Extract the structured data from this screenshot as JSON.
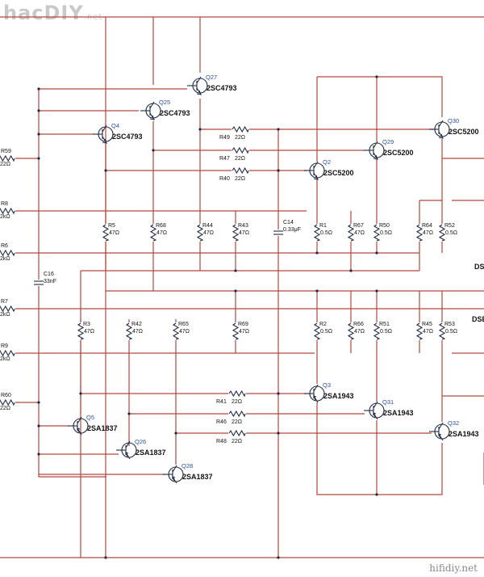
{
  "watermark": {
    "brand": "hacDIY",
    "suffix": ".net",
    "footer": "hifidiy.net"
  },
  "colors": {
    "wire": "#b5473f",
    "component": "#1f2a44",
    "transistor_label": "#2a4f9a"
  },
  "nets": {
    "ds_upper": "DS",
    "ds_lower": "DSE"
  },
  "transistors": [
    {
      "ref": "Q27",
      "part": "2SC4793",
      "type": "npn"
    },
    {
      "ref": "Q25",
      "part": "2SC4793",
      "type": "npn"
    },
    {
      "ref": "Q4",
      "part": "2SC4793",
      "type": "npn"
    },
    {
      "ref": "Q30",
      "part": "2SC5200",
      "type": "npn"
    },
    {
      "ref": "Q29",
      "part": "2SC5200",
      "type": "npn"
    },
    {
      "ref": "Q2",
      "part": "2SC5200",
      "type": "npn"
    },
    {
      "ref": "Q3",
      "part": "2SA1943",
      "type": "pnp"
    },
    {
      "ref": "Q31",
      "part": "2SA1943",
      "type": "pnp"
    },
    {
      "ref": "Q32",
      "part": "2SA1943",
      "type": "pnp"
    },
    {
      "ref": "Q5",
      "part": "2SA1837",
      "type": "pnp"
    },
    {
      "ref": "Q26",
      "part": "2SA1837",
      "type": "pnp"
    },
    {
      "ref": "Q28",
      "part": "2SA1837",
      "type": "pnp"
    }
  ],
  "resistors_horizontal": [
    {
      "ref": "R59",
      "value": "22Ω"
    },
    {
      "ref": "R8",
      "value": "2kΩ"
    },
    {
      "ref": "R6",
      "value": "2kΩ"
    },
    {
      "ref": "R7",
      "value": "2kΩ"
    },
    {
      "ref": "R9",
      "value": "2kΩ"
    },
    {
      "ref": "R60",
      "value": "22Ω"
    },
    {
      "ref": "R49",
      "value": "22Ω"
    },
    {
      "ref": "R47",
      "value": "22Ω"
    },
    {
      "ref": "R40",
      "value": "22Ω"
    },
    {
      "ref": "R41",
      "value": "22Ω"
    },
    {
      "ref": "R46",
      "value": "22Ω"
    },
    {
      "ref": "R48",
      "value": "22Ω"
    }
  ],
  "resistors_vertical": [
    {
      "ref": "R5",
      "value": "47Ω"
    },
    {
      "ref": "R68",
      "value": "47Ω"
    },
    {
      "ref": "R44",
      "value": "47Ω"
    },
    {
      "ref": "R43",
      "value": "47Ω"
    },
    {
      "ref": "R1",
      "value": "0.5Ω"
    },
    {
      "ref": "R67",
      "value": "47Ω"
    },
    {
      "ref": "R50",
      "value": "0.5Ω"
    },
    {
      "ref": "R64",
      "value": "47Ω"
    },
    {
      "ref": "R52",
      "value": "0.5Ω"
    },
    {
      "ref": "R3",
      "value": "47Ω"
    },
    {
      "ref": "R42",
      "value": "47Ω"
    },
    {
      "ref": "R65",
      "value": "47Ω"
    },
    {
      "ref": "R69",
      "value": "47Ω"
    },
    {
      "ref": "R2",
      "value": "0.5Ω"
    },
    {
      "ref": "R66",
      "value": "47Ω"
    },
    {
      "ref": "R51",
      "value": "0.5Ω"
    },
    {
      "ref": "R45",
      "value": "47Ω"
    },
    {
      "ref": "R53",
      "value": "0.5Ω"
    }
  ],
  "capacitors": [
    {
      "ref": "C16",
      "value": "33nF"
    },
    {
      "ref": "C14",
      "value": "0.33μF"
    }
  ]
}
